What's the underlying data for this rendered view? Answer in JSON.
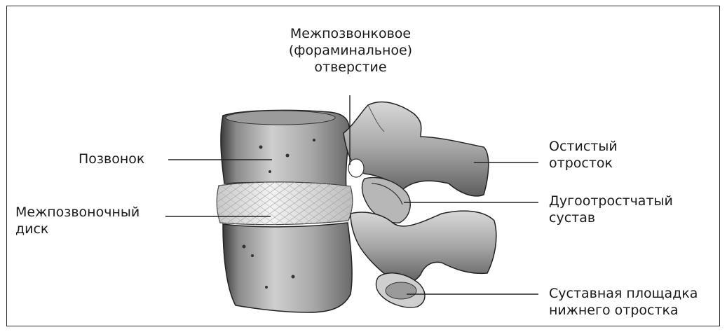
{
  "labels": {
    "foramen": [
      "Межпозвонковое",
      "(фораминальное)",
      "отверстие"
    ],
    "vertebra": [
      "Позвонок"
    ],
    "disc": [
      "Межпозвоночный",
      "диск"
    ],
    "spinous": [
      "Остистый",
      "отросток"
    ],
    "facet_joint": [
      "Дугоотростчатый",
      "сустав"
    ],
    "articular_surface": [
      "Суставная площадка",
      "нижнего отростка"
    ]
  }
}
